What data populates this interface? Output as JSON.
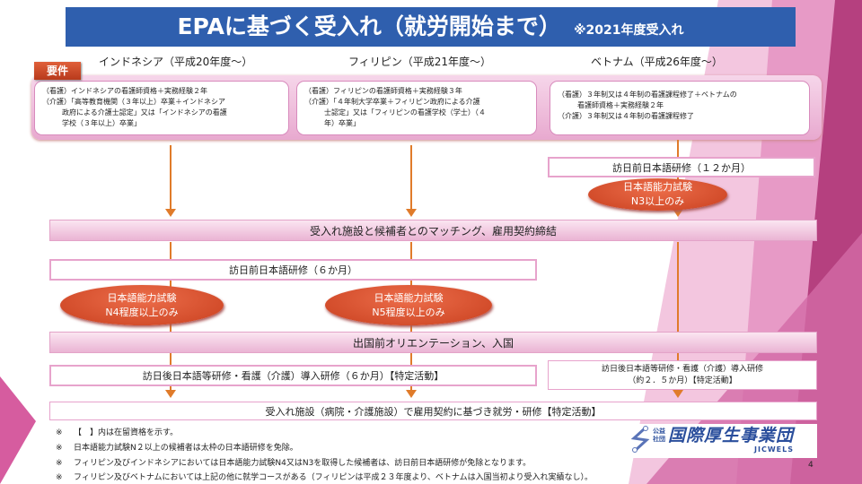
{
  "title": {
    "main": "EPAに基づく受入れ（就労開始まで）",
    "sub": "※2021年度受入れ"
  },
  "countries": [
    "インドネシア（平成20年度～）",
    "フィリピン（平成21年度～）",
    "ベトナム（平成26年度～）"
  ],
  "requirements_label": "要件",
  "requirements": [
    [
      "（看護）インドネシアの看護師資格＋実務経験２年",
      "（介護）「高等教育機関（３年以上）卒業＋インドネシア",
      "政府による介護士認定」又は「インドネシアの看護",
      "学校（３年以上）卒業」"
    ],
    [
      "（看護）フィリピンの看護師資格＋実務経験３年",
      "（介護）「４年制大学卒業＋フィリピン政府による介護",
      "士認定」又は「フィリピンの看護学校（学士）（４",
      "年）卒業」"
    ],
    [
      "（看護）３年制又は４年制の看護課程修了＋ベトナムの",
      "看護師資格＋実務経験２年",
      "（介護）３年制又は４年制の看護課程修了"
    ]
  ],
  "flow": {
    "vn_pre_training": "訪日前日本語研修（１２か月）",
    "vn_exam": [
      "日本語能力試験",
      "N3以上のみ"
    ],
    "matching": "受入れ施設と候補者とのマッチング、雇用契約締結",
    "pre_training_6m": "訪日前日本語研修（６か月）",
    "id_exam": [
      "日本語能力試験",
      "N4程度以上のみ"
    ],
    "ph_exam": [
      "日本語能力試験",
      "N5程度以上のみ"
    ],
    "orientation": "出国前オリエンテーション、入国",
    "post_training": "訪日後日本語等研修・看護（介護）導入研修（６か月）【特定活動】",
    "vn_post_training": [
      "訪日後日本語等研修・看護（介護）導入研修",
      "（約２．５か月）【特定活動】"
    ],
    "employment": "受入れ施設（病院・介護施設）で雇用契約に基づき就労・研修【特定活動】"
  },
  "notes": [
    "【　】内は在留資格を示す。",
    "日本語能力試験N２以上の候補者は太枠の日本語研修を免除。",
    "フィリピン及びインドネシアにおいては日本語能力試験N4又はN3を取得した候補者は、訪日前日本語研修が免除となります。",
    "フィリピン及びベトナムにおいては上記の他に就学コースがある（フィリピンは平成２３年度より、ベトナムは入国当初より受入れ実績なし）。"
  ],
  "note_mark": "※",
  "logo": {
    "small1": "公益",
    "small2": "社団",
    "name": "国際厚生事業団",
    "en": "JICWELS"
  },
  "page_number": "4"
}
